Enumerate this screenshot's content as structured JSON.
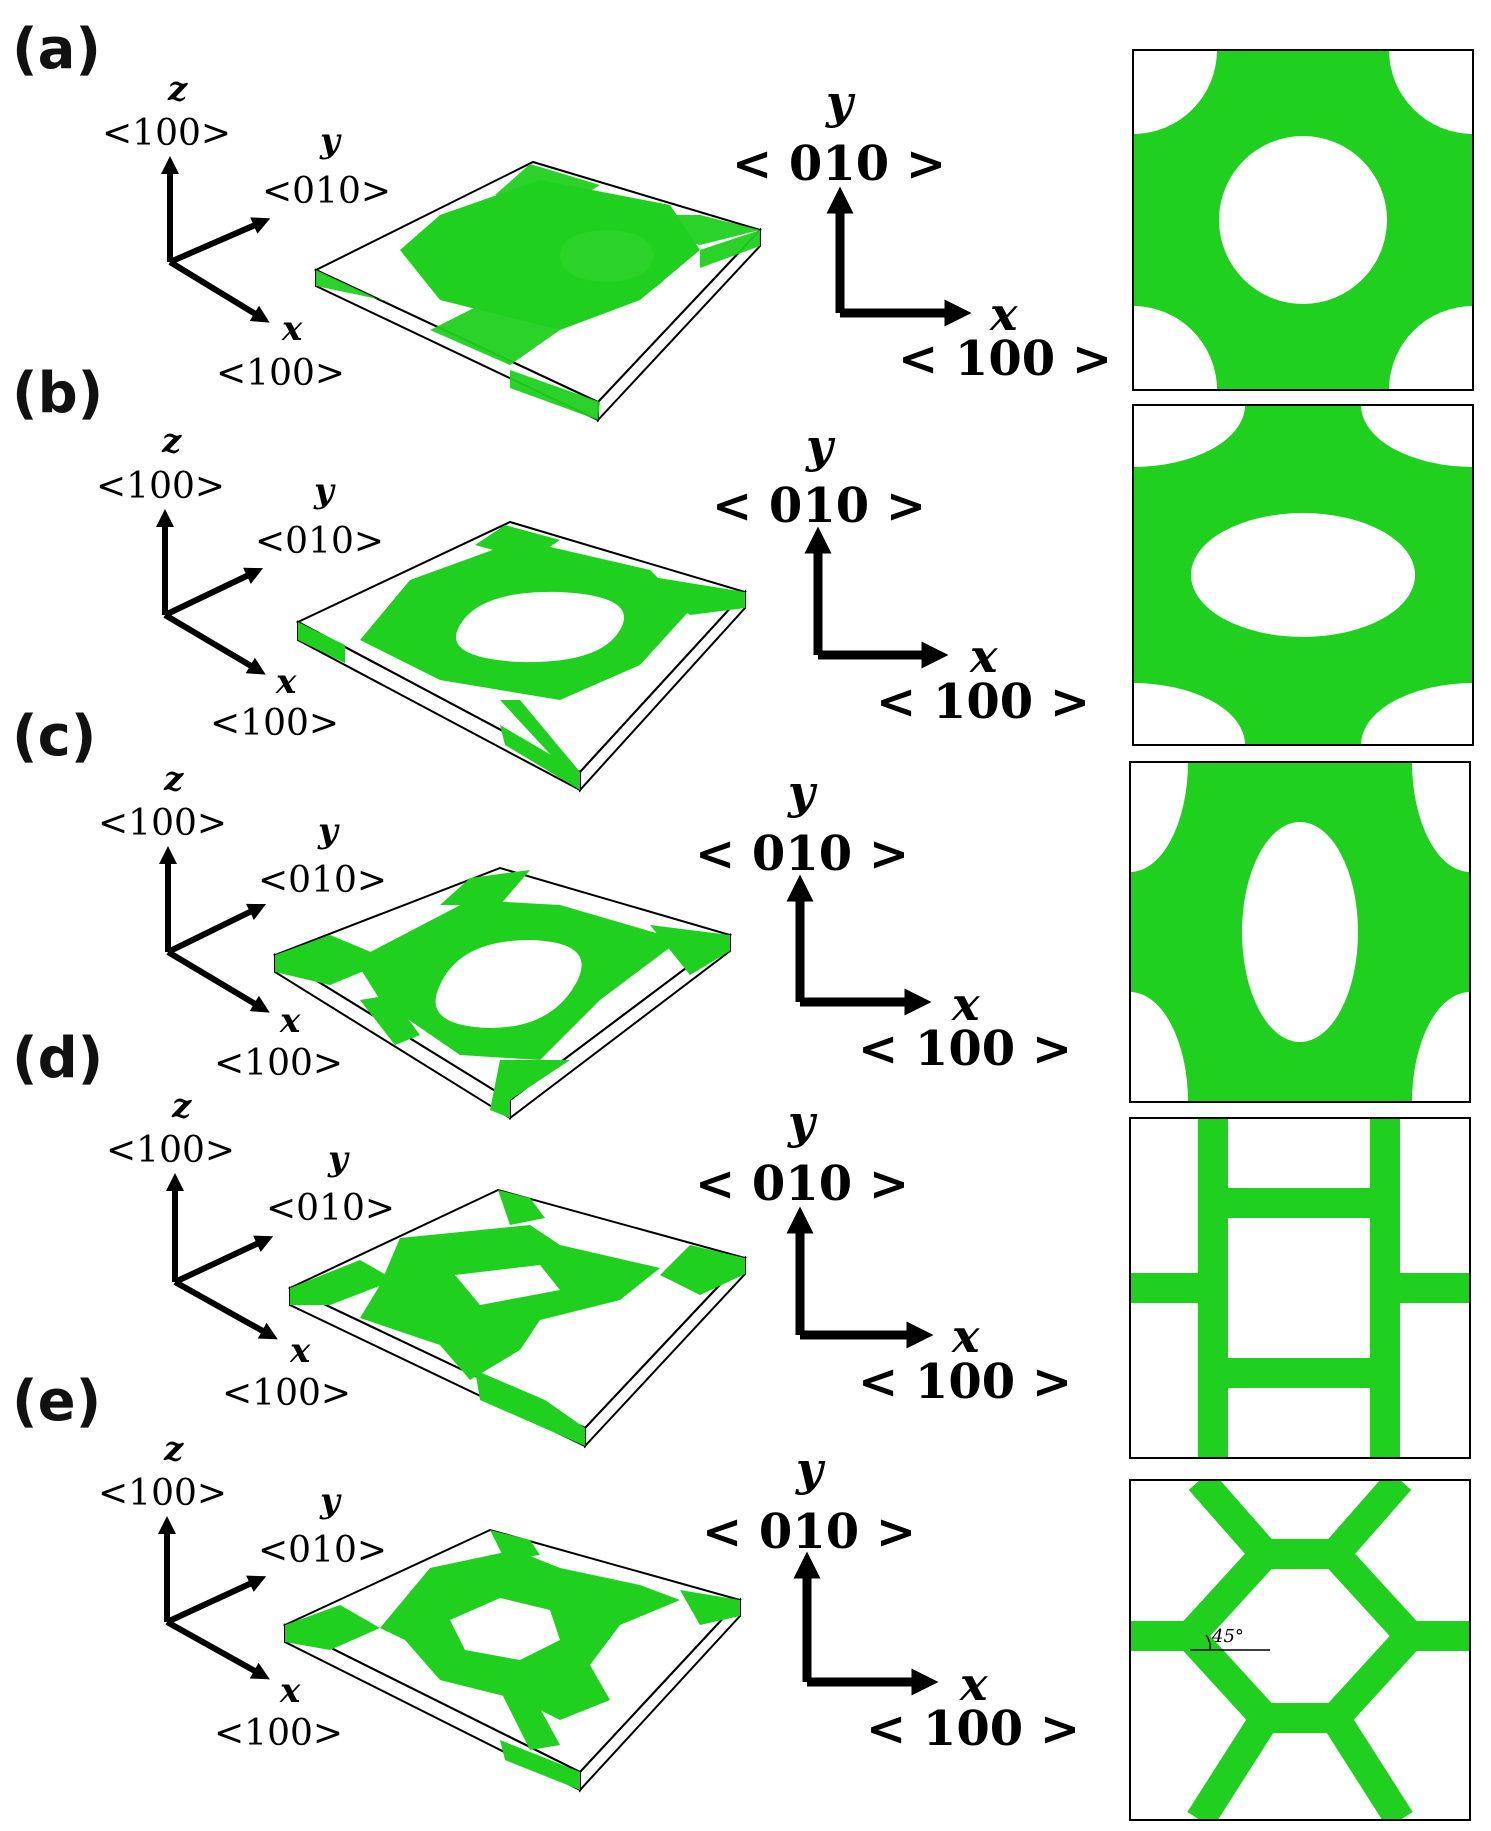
{
  "colors": {
    "lattice": "#1fd01f",
    "lattice_dark": "#17b017",
    "arrow": "#000000",
    "frame": "#000000"
  },
  "panels": [
    {
      "label": "(a)",
      "pattern": "circular-holes",
      "axes3d": {
        "z_name": "z",
        "z_dir": "<100>",
        "y_name": "y",
        "y_dir": "<010>",
        "x_name": "x",
        "x_dir": "<100>"
      },
      "axes2d": {
        "y_name": "y",
        "y_dir": "< 010 >",
        "x_name": "x",
        "x_dir": "< 100 >"
      }
    },
    {
      "label": "(b)",
      "pattern": "horizontal-elliptical-holes",
      "axes3d": {
        "z_name": "z",
        "z_dir": "<100>",
        "y_name": "y",
        "y_dir": "<010>",
        "x_name": "x",
        "x_dir": "<100>"
      },
      "axes2d": {
        "y_name": "y",
        "y_dir": "< 010 >",
        "x_name": "x",
        "x_dir": "< 100 >"
      }
    },
    {
      "label": "(c)",
      "pattern": "vertical-elliptical-holes",
      "axes3d": {
        "z_name": "z",
        "z_dir": "<100>",
        "y_name": "y",
        "y_dir": "<010>",
        "x_name": "x",
        "x_dir": "<100>"
      },
      "axes2d": {
        "y_name": "y",
        "y_dir": "< 010 >",
        "x_name": "x",
        "x_dir": "< 100 >"
      }
    },
    {
      "label": "(d)",
      "pattern": "rectangular-honeycomb",
      "axes3d": {
        "z_name": "z",
        "z_dir": "<100>",
        "y_name": "y",
        "y_dir": "<010>",
        "x_name": "x",
        "x_dir": "<100>"
      },
      "axes2d": {
        "y_name": "y",
        "y_dir": "< 010 >",
        "x_name": "x",
        "x_dir": "< 100 >"
      }
    },
    {
      "label": "(e)",
      "pattern": "hexagonal-honeycomb",
      "axes3d": {
        "z_name": "z",
        "z_dir": "<100>",
        "y_name": "y",
        "y_dir": "<010>",
        "x_name": "x",
        "x_dir": "<100>"
      },
      "axes2d": {
        "y_name": "y",
        "y_dir": "< 010 >",
        "x_name": "x",
        "x_dir": "< 100 >"
      },
      "angle_annotation": "45°"
    }
  ]
}
